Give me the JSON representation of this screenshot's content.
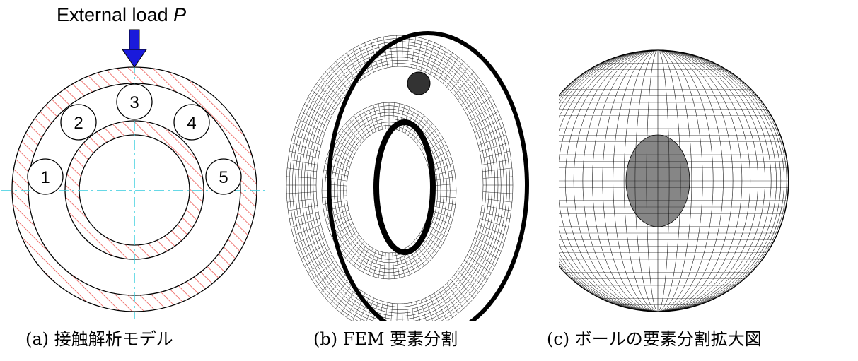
{
  "figure": {
    "load_label": "External load",
    "load_symbol": "P",
    "ball_numbers": [
      "1",
      "2",
      "3",
      "4",
      "5"
    ],
    "captions": {
      "a": "(a) 接触解析モデル",
      "b": "(b) FEM 要素分割",
      "c": "(c) ボールの要素分割拡大図"
    },
    "colors": {
      "hatch": "#e8403a",
      "centerline": "#33ccdd",
      "arrow": "#1a1adb",
      "mesh": "#000000"
    }
  }
}
